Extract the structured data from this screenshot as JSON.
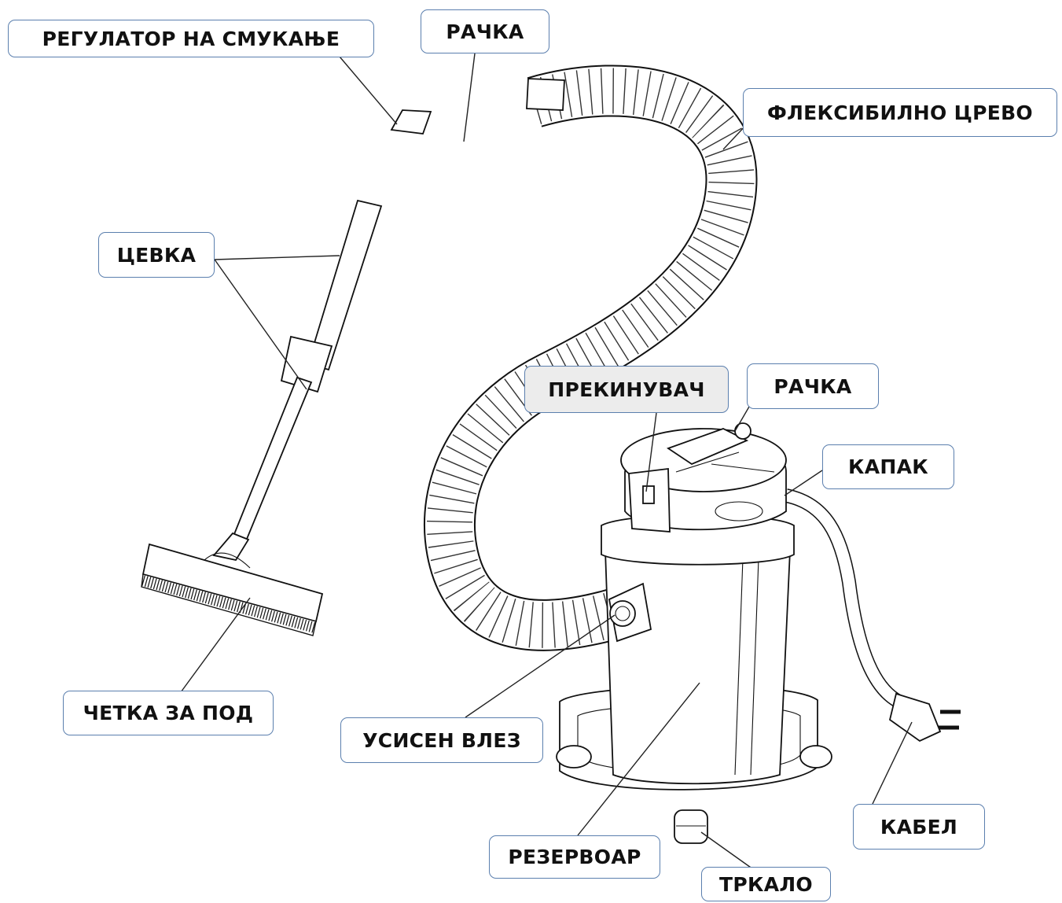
{
  "diagram": {
    "labels": {
      "suction_regulator": "РЕГУЛАТОР НА СМУКАЊЕ",
      "handle_top": "РАЧКА",
      "flexible_hose": "ФЛЕКСИБИЛНО ЦРЕВО",
      "tube": "ЦЕВКА",
      "switch": "ПРЕКИНУВАЧ",
      "handle_unit": "РАЧКА",
      "lid": "КАПАК",
      "floor_brush": "ЧЕТКА ЗА ПОД",
      "suction_inlet": "УСИСЕН ВЛЕЗ",
      "cable": "КАБЕЛ",
      "tank": "РЕЗЕРВОАР",
      "wheel": "ТРКАЛО"
    },
    "colors": {
      "callout_border": "#5b7fae",
      "line": "#111111",
      "switch_label_bg": "#ececec"
    }
  }
}
